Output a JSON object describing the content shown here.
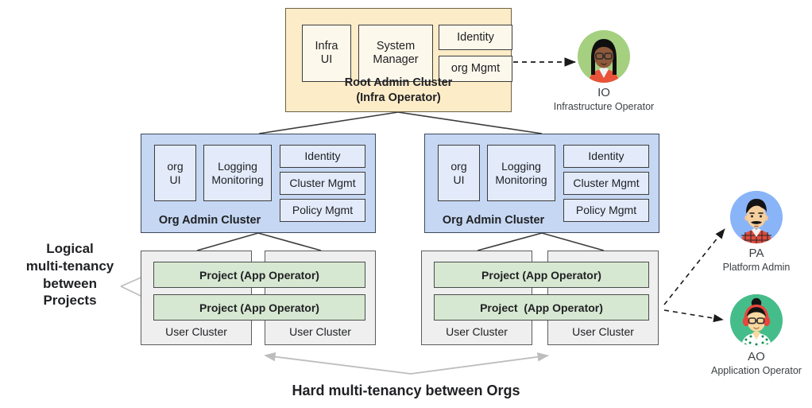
{
  "diagram": {
    "root_cluster": {
      "title_line1": "Root Admin Cluster",
      "title_line2": "(Infra Operator)",
      "components": [
        {
          "id": "infra-ui",
          "label": "Infra\nUI"
        },
        {
          "id": "system-manager",
          "label": "System\nManager"
        },
        {
          "id": "identity",
          "label": "Identity"
        },
        {
          "id": "org-mgmt",
          "label": "org Mgmt"
        }
      ],
      "fill": "#fcecc8",
      "border": "#6f6242",
      "component_fill": "#fdf8ec"
    },
    "org_clusters": [
      {
        "id": "org-admin-cluster-left",
        "title": "Org Admin Cluster",
        "components": [
          {
            "id": "org-ui",
            "label": "org\nUI"
          },
          {
            "id": "logging-monitoring",
            "label": "Logging\nMonitoring"
          },
          {
            "id": "identity",
            "label": "Identity"
          },
          {
            "id": "cluster-mgmt",
            "label": "Cluster Mgmt"
          },
          {
            "id": "policy-mgmt",
            "label": "Policy Mgmt"
          }
        ],
        "user_clusters": [
          {
            "id": "user-cluster-1",
            "label": "User Cluster"
          },
          {
            "id": "user-cluster-2",
            "label": "User Cluster"
          }
        ],
        "projects": [
          {
            "id": "project-1",
            "label": "Project (App Operator)"
          },
          {
            "id": "project-2",
            "label": "Project (App Operator)"
          }
        ]
      },
      {
        "id": "org-admin-cluster-right",
        "title": "Org Admin Cluster",
        "components": [
          {
            "id": "org-ui",
            "label": "org\nUI"
          },
          {
            "id": "logging-monitoring",
            "label": "Logging\nMonitoring"
          },
          {
            "id": "identity",
            "label": "Identity"
          },
          {
            "id": "cluster-mgmt",
            "label": "Cluster Mgmt"
          },
          {
            "id": "policy-mgmt",
            "label": "Policy Mgmt"
          }
        ],
        "user_clusters": [
          {
            "id": "user-cluster-3",
            "label": "User Cluster"
          },
          {
            "id": "user-cluster-4",
            "label": "User Cluster"
          }
        ],
        "projects": [
          {
            "id": "project-3",
            "label": "Project (App Operator)"
          },
          {
            "id": "project-4",
            "label": "Project  (App Operator)"
          }
        ]
      }
    ],
    "personas": [
      {
        "id": "infrastructure-operator",
        "abbr": "IO",
        "role": "Infrastructure Operator",
        "circle_color": "#a5d080"
      },
      {
        "id": "platform-admin",
        "abbr": "PA",
        "role": "Platform Admin",
        "circle_color": "#8ab4f8"
      },
      {
        "id": "application-operator",
        "abbr": "AO",
        "role": "Application Operator",
        "circle_color": "#45bd8a"
      }
    ],
    "annotations": {
      "logical": "Logical\nmulti-tenancy\nbetween\nProjects",
      "hard": "Hard multi-tenancy between Orgs"
    },
    "colors": {
      "root_fill": "#fcecc8",
      "org_fill": "#c5d7f2",
      "org_sub_fill": "#e3ebfb",
      "user_cluster_fill": "#efefef",
      "project_fill": "#d7e8d2",
      "connector": "#3c3c3c",
      "annotation_arrow": "#bdbdbd"
    }
  }
}
